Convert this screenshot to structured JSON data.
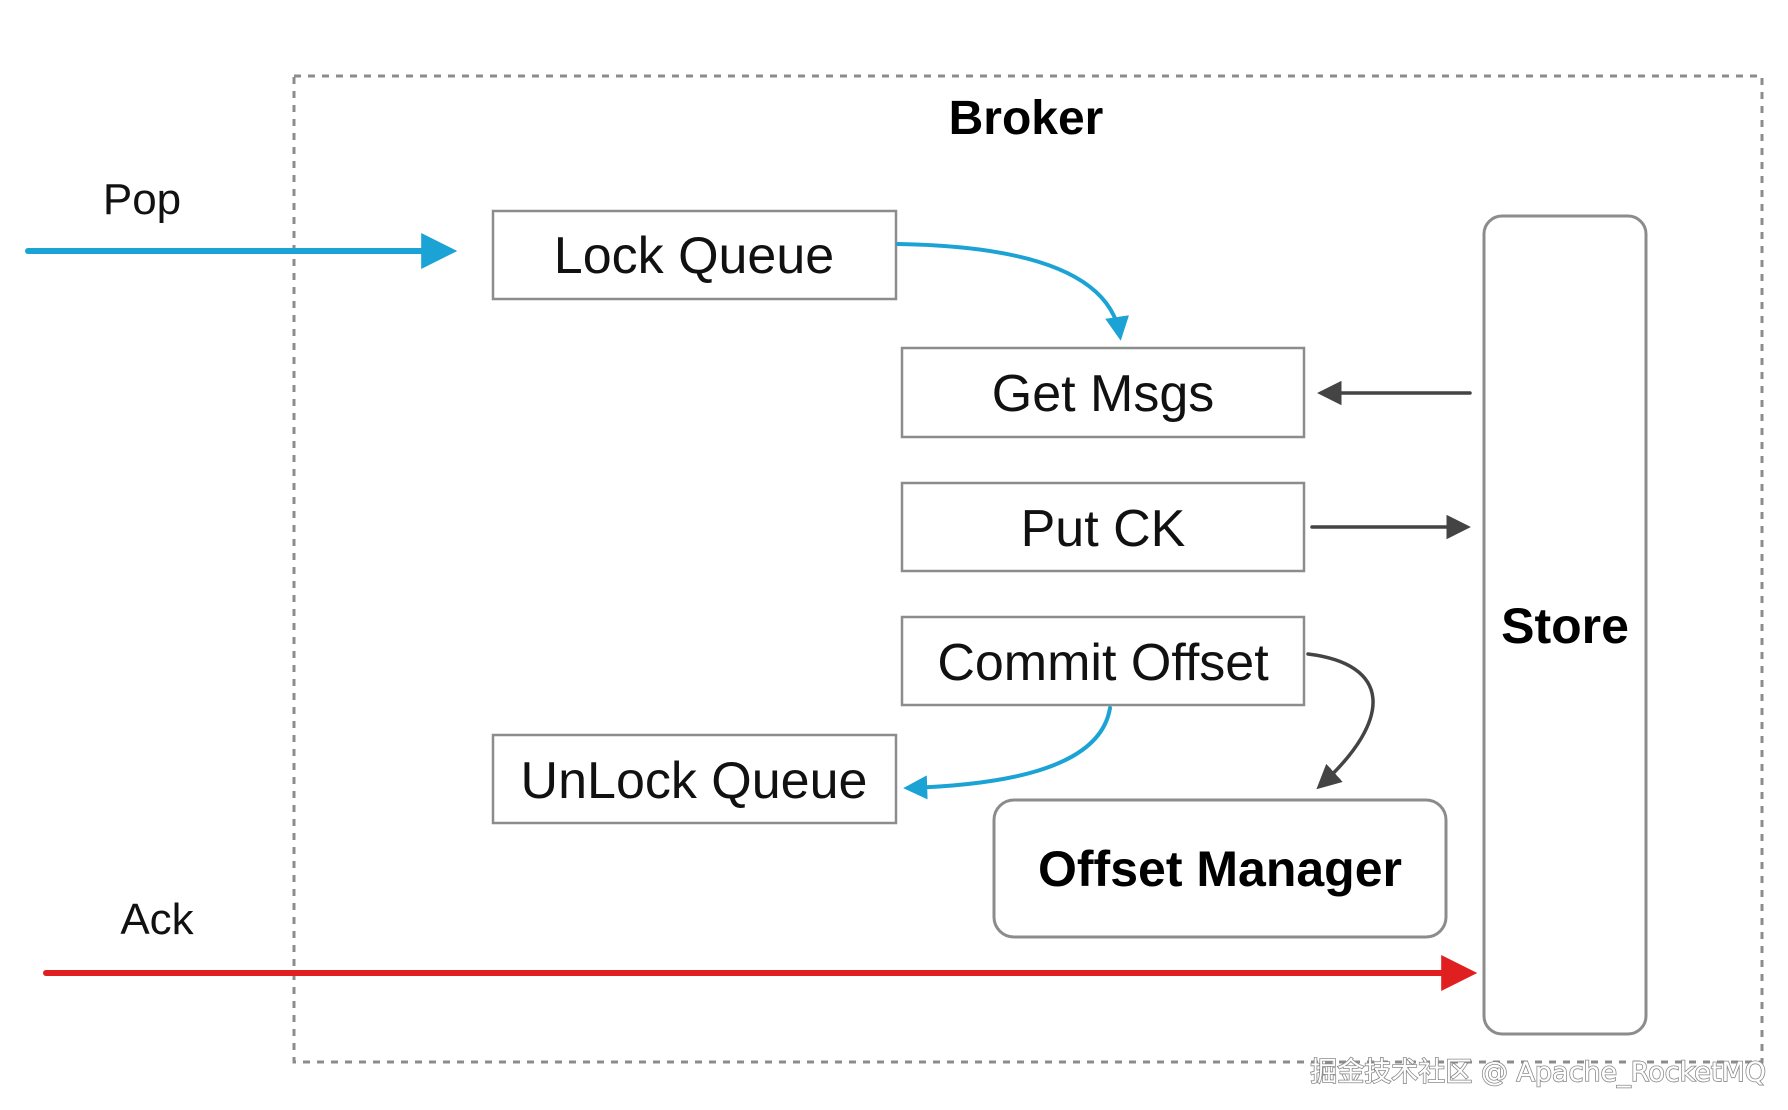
{
  "broker": {
    "title": "Broker"
  },
  "inputs": {
    "pop_label": "Pop",
    "ack_label": "Ack"
  },
  "steps": {
    "lock_queue": "Lock Queue",
    "get_msgs": "Get Msgs",
    "put_ck": "Put CK",
    "commit_offset": "Commit Offset",
    "unlock_queue": "UnLock Queue"
  },
  "components": {
    "offset_manager": "Offset Manager",
    "store": "Store"
  },
  "watermark": {
    "text": "掘金技术社区 @ Apache_RocketMQ"
  },
  "colors": {
    "pop_flow": "#1aa3d4",
    "ack_flow": "#e02020",
    "store_flow": "#444444",
    "box_border": "#8c8c8c"
  }
}
